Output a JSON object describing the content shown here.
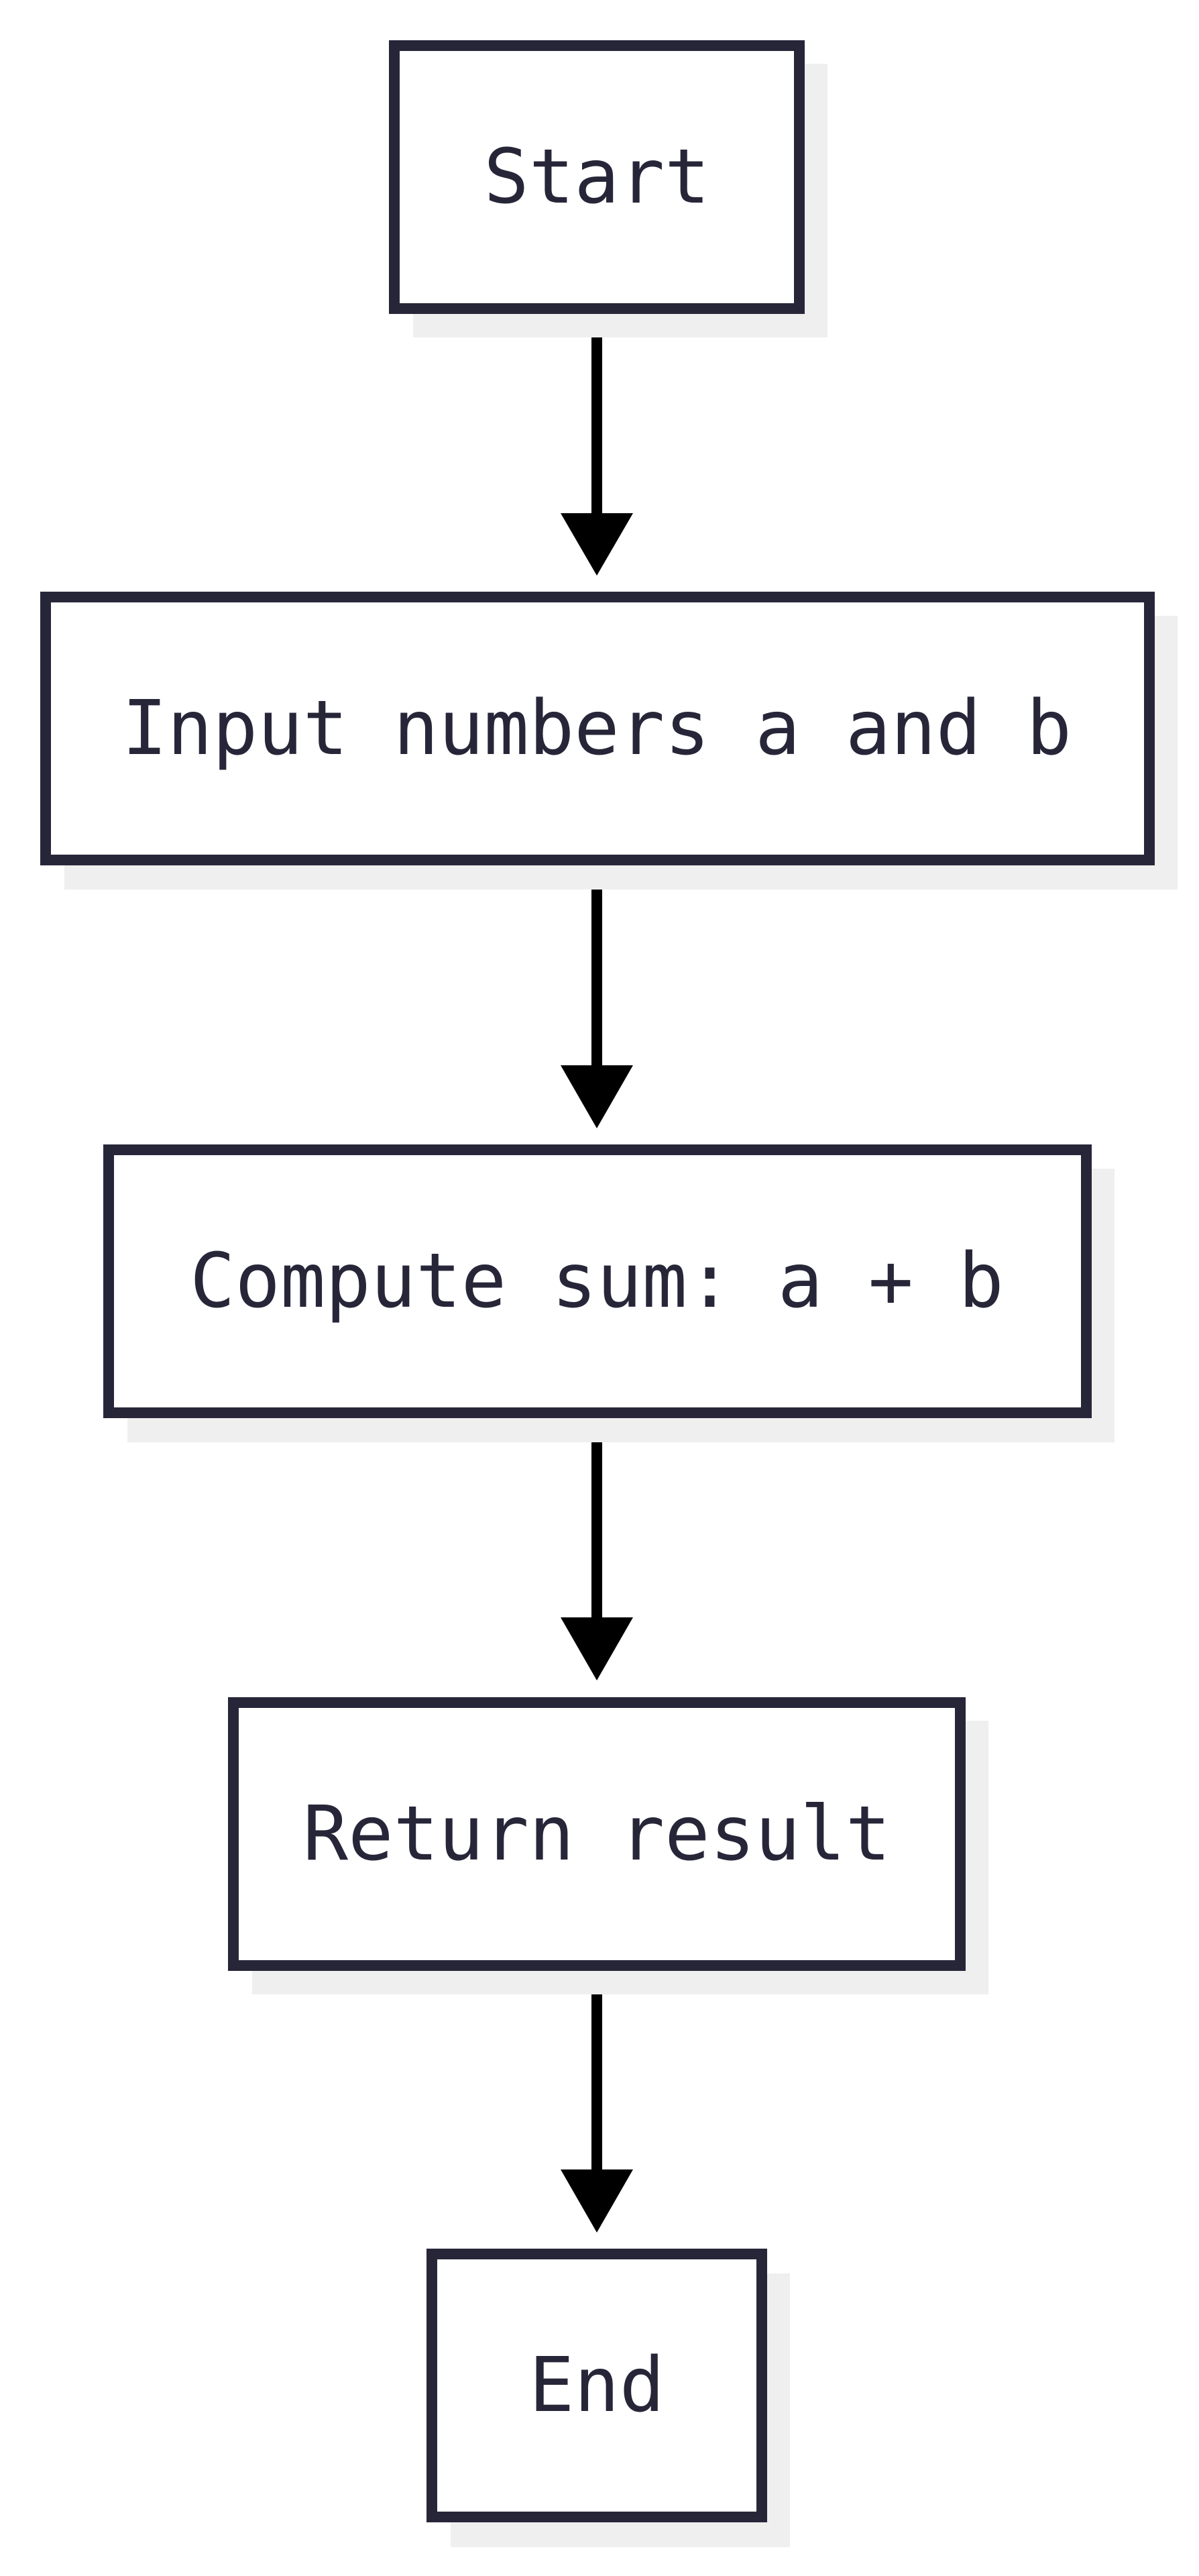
{
  "diagram": {
    "type": "flowchart",
    "direction": "top-to-bottom",
    "colors": {
      "node_border": "#272639",
      "node_fill": "#ffffff",
      "node_text": "#272639",
      "node_shadow": "#efefef",
      "edge": "#000000",
      "background": "#ffffff"
    },
    "nodes": [
      {
        "id": "start",
        "label": "Start"
      },
      {
        "id": "input",
        "label": "Input numbers a and b"
      },
      {
        "id": "compute",
        "label": "Compute sum: a + b"
      },
      {
        "id": "return",
        "label": "Return result"
      },
      {
        "id": "end",
        "label": "End"
      }
    ],
    "edges": [
      {
        "from": "start",
        "to": "input"
      },
      {
        "from": "input",
        "to": "compute"
      },
      {
        "from": "compute",
        "to": "return"
      },
      {
        "from": "return",
        "to": "end"
      }
    ]
  }
}
